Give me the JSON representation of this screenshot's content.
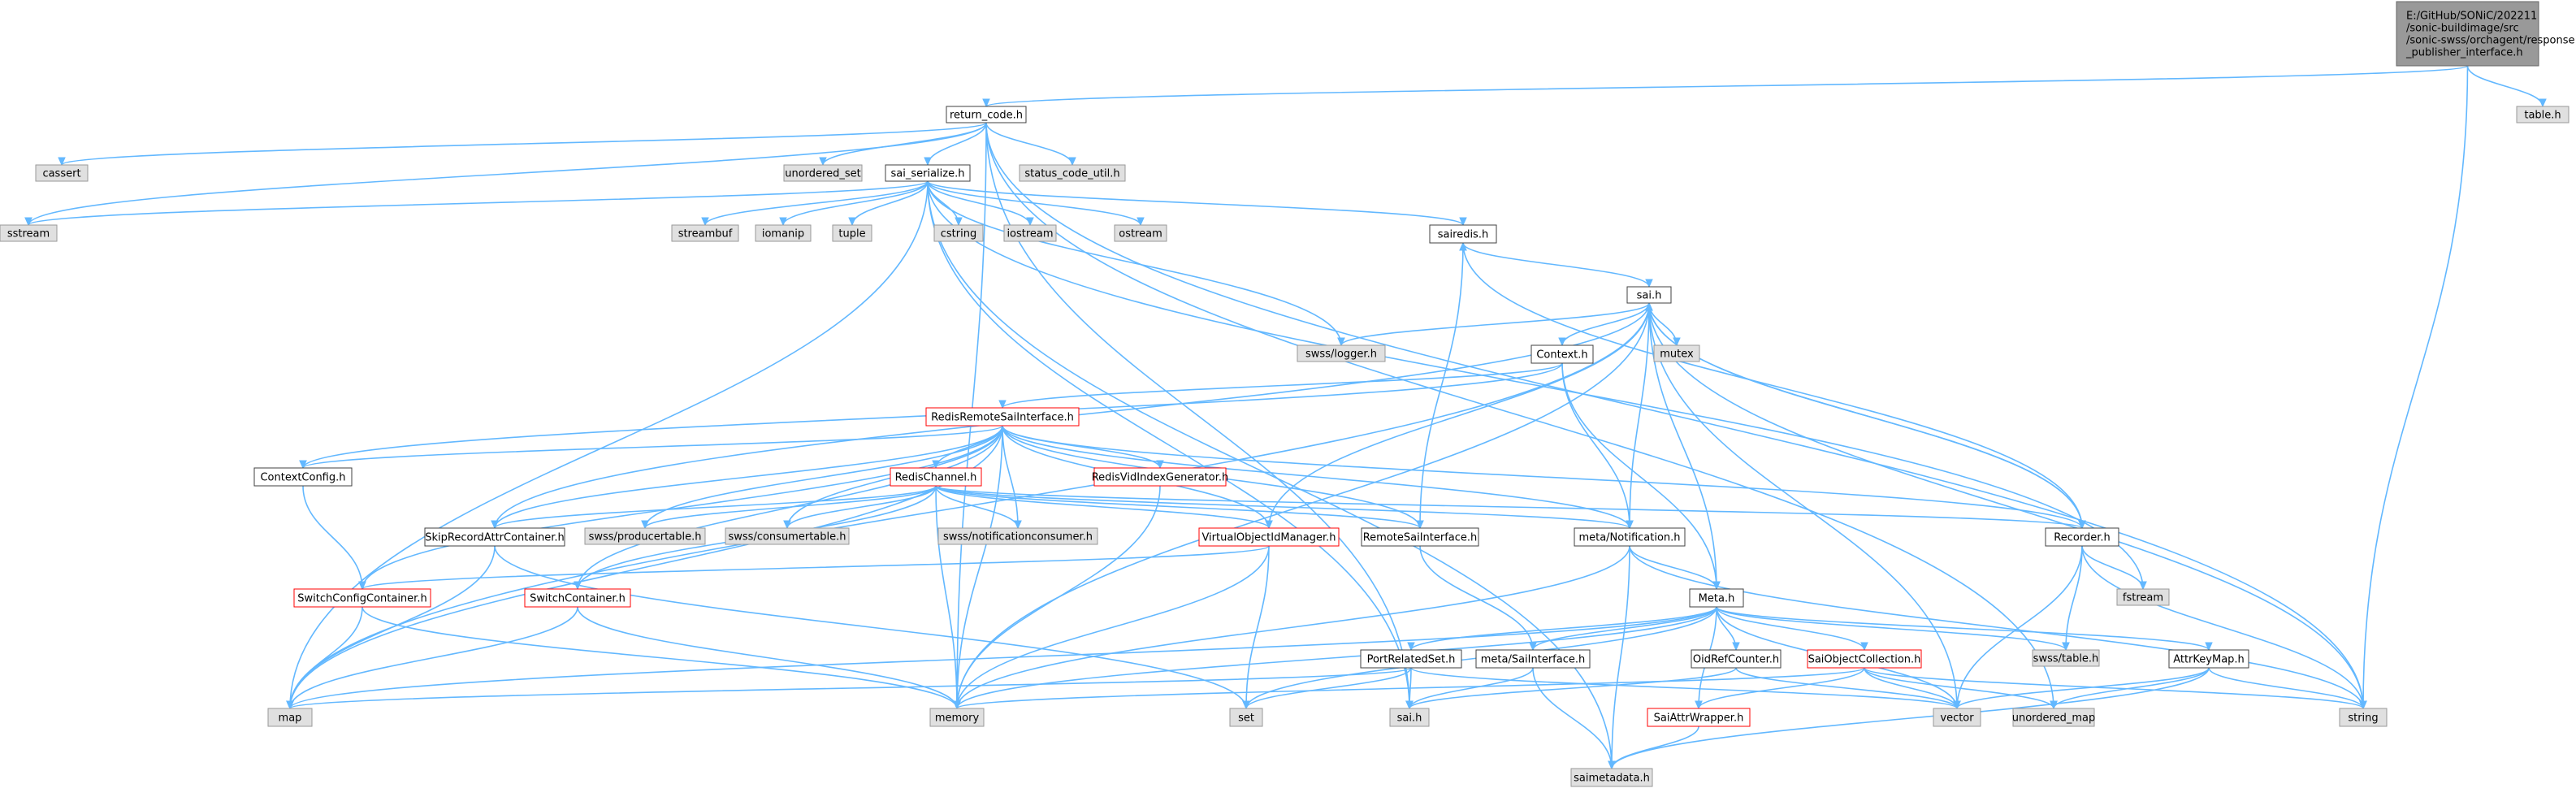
{
  "colors": {
    "edge": "#63b8ff",
    "node_fill": "#ffffff",
    "node_border": "#404040",
    "system_fill": "#e0e0e0",
    "system_border": "#999999",
    "missing_border": "#ff0000",
    "root_fill": "#999999",
    "root_border": "#666666"
  },
  "nodes": [
    {
      "id": "root",
      "kind": "root",
      "lines": [
        "E:/GitHub/SONiC/202211",
        "/sonic-buildimage/src",
        "/sonic-swss/orchagent/response",
        "_publisher_interface.h"
      ]
    },
    {
      "id": "return_code",
      "kind": "normal",
      "lines": [
        "return_code.h"
      ]
    },
    {
      "id": "table",
      "kind": "system",
      "lines": [
        "table.h"
      ]
    },
    {
      "id": "cassert",
      "kind": "system",
      "lines": [
        "cassert"
      ]
    },
    {
      "id": "sstream",
      "kind": "system",
      "lines": [
        "sstream"
      ]
    },
    {
      "id": "unordered_set",
      "kind": "system",
      "lines": [
        "unordered_set"
      ]
    },
    {
      "id": "sai_serialize",
      "kind": "normal",
      "lines": [
        "sai_serialize.h"
      ]
    },
    {
      "id": "status_code_util",
      "kind": "system",
      "lines": [
        "status_code_util.h"
      ]
    },
    {
      "id": "streambuf",
      "kind": "system",
      "lines": [
        "streambuf"
      ]
    },
    {
      "id": "iomanip",
      "kind": "system",
      "lines": [
        "iomanip"
      ]
    },
    {
      "id": "tuple",
      "kind": "system",
      "lines": [
        "tuple"
      ]
    },
    {
      "id": "cstring",
      "kind": "system",
      "lines": [
        "cstring"
      ]
    },
    {
      "id": "iostream",
      "kind": "system",
      "lines": [
        "iostream"
      ]
    },
    {
      "id": "ostream",
      "kind": "system",
      "lines": [
        "ostream"
      ]
    },
    {
      "id": "sairedis",
      "kind": "normal",
      "lines": [
        "sairedis.h"
      ]
    },
    {
      "id": "sai",
      "kind": "normal",
      "lines": [
        "sai.h"
      ]
    },
    {
      "id": "swss_logger",
      "kind": "system",
      "lines": [
        "swss/logger.h"
      ]
    },
    {
      "id": "mutex",
      "kind": "system",
      "lines": [
        "mutex"
      ]
    },
    {
      "id": "context",
      "kind": "normal",
      "lines": [
        "Context.h"
      ]
    },
    {
      "id": "redis_remote",
      "kind": "missing",
      "lines": [
        "RedisRemoteSaiInterface.h"
      ]
    },
    {
      "id": "context_config",
      "kind": "normal",
      "lines": [
        "ContextConfig.h"
      ]
    },
    {
      "id": "redis_channel",
      "kind": "missing",
      "lines": [
        "RedisChannel.h"
      ]
    },
    {
      "id": "redis_vid",
      "kind": "missing",
      "lines": [
        "RedisVidIndexGenerator.h"
      ]
    },
    {
      "id": "skip_record",
      "kind": "normal",
      "lines": [
        "SkipRecordAttrContainer.h"
      ]
    },
    {
      "id": "swss_producer",
      "kind": "system",
      "lines": [
        "swss/producertable.h"
      ]
    },
    {
      "id": "swss_consumer",
      "kind": "system",
      "lines": [
        "swss/consumertable.h"
      ]
    },
    {
      "id": "swss_notif",
      "kind": "system",
      "lines": [
        "swss/notificationconsumer.h"
      ]
    },
    {
      "id": "virtual_oid",
      "kind": "missing",
      "lines": [
        "VirtualObjectIdManager.h"
      ]
    },
    {
      "id": "remote_sai",
      "kind": "normal",
      "lines": [
        "RemoteSaiInterface.h"
      ]
    },
    {
      "id": "meta_notif",
      "kind": "normal",
      "lines": [
        "meta/Notification.h"
      ]
    },
    {
      "id": "recorder",
      "kind": "normal",
      "lines": [
        "Recorder.h"
      ]
    },
    {
      "id": "switch_config",
      "kind": "missing",
      "lines": [
        "SwitchConfigContainer.h"
      ]
    },
    {
      "id": "switch_container",
      "kind": "missing",
      "lines": [
        "SwitchContainer.h"
      ]
    },
    {
      "id": "fstream",
      "kind": "system",
      "lines": [
        "fstream"
      ]
    },
    {
      "id": "meta",
      "kind": "normal",
      "lines": [
        "Meta.h"
      ]
    },
    {
      "id": "port_related",
      "kind": "normal",
      "lines": [
        "PortRelatedSet.h"
      ]
    },
    {
      "id": "meta_sai",
      "kind": "normal",
      "lines": [
        "meta/SaiInterface.h"
      ]
    },
    {
      "id": "oid_ref",
      "kind": "normal",
      "lines": [
        "OidRefCounter.h"
      ]
    },
    {
      "id": "sai_obj_coll",
      "kind": "missing",
      "lines": [
        "SaiObjectCollection.h"
      ]
    },
    {
      "id": "swss_table",
      "kind": "system",
      "lines": [
        "swss/table.h"
      ]
    },
    {
      "id": "attr_key_map",
      "kind": "normal",
      "lines": [
        "AttrKeyMap.h"
      ]
    },
    {
      "id": "map",
      "kind": "system",
      "lines": [
        "map"
      ]
    },
    {
      "id": "memory",
      "kind": "system",
      "lines": [
        "memory"
      ]
    },
    {
      "id": "set",
      "kind": "system",
      "lines": [
        "set"
      ]
    },
    {
      "id": "saih",
      "kind": "system",
      "lines": [
        "sai.h"
      ]
    },
    {
      "id": "vector",
      "kind": "system",
      "lines": [
        "vector"
      ]
    },
    {
      "id": "unordered_map",
      "kind": "system",
      "lines": [
        "unordered_map"
      ]
    },
    {
      "id": "string",
      "kind": "system",
      "lines": [
        "string"
      ]
    },
    {
      "id": "sai_attr_wrapper",
      "kind": "missing",
      "lines": [
        "SaiAttrWrapper.h"
      ]
    },
    {
      "id": "saimetadata",
      "kind": "system",
      "lines": [
        "saimetadata.h"
      ]
    }
  ],
  "edges": [
    [
      "root",
      "return_code"
    ],
    [
      "root",
      "table"
    ],
    [
      "root",
      "string"
    ],
    [
      "return_code",
      "cassert"
    ],
    [
      "return_code",
      "sstream"
    ],
    [
      "return_code",
      "unordered_set"
    ],
    [
      "return_code",
      "sai_serialize"
    ],
    [
      "return_code",
      "status_code_util"
    ],
    [
      "return_code",
      "memory"
    ],
    [
      "return_code",
      "saih"
    ],
    [
      "return_code",
      "string"
    ],
    [
      "return_code",
      "unordered_map"
    ],
    [
      "sai_serialize",
      "sstream"
    ],
    [
      "sai_serialize",
      "streambuf"
    ],
    [
      "sai_serialize",
      "iomanip"
    ],
    [
      "sai_serialize",
      "tuple"
    ],
    [
      "sai_serialize",
      "cstring"
    ],
    [
      "sai_serialize",
      "iostream"
    ],
    [
      "sai_serialize",
      "ostream"
    ],
    [
      "sai_serialize",
      "sairedis"
    ],
    [
      "sai_serialize",
      "swss_logger"
    ],
    [
      "sai_serialize",
      "map"
    ],
    [
      "sai_serialize",
      "saimetadata"
    ],
    [
      "sai_serialize",
      "fstream"
    ],
    [
      "sai_serialize",
      "saih"
    ],
    [
      "sairedis",
      "sai"
    ],
    [
      "sai",
      "swss_logger"
    ],
    [
      "sai",
      "mutex"
    ],
    [
      "sai",
      "context"
    ],
    [
      "sai",
      "meta_notif"
    ],
    [
      "sai",
      "meta"
    ],
    [
      "sai",
      "recorder"
    ],
    [
      "sai",
      "vector"
    ],
    [
      "sai",
      "string"
    ],
    [
      "sai",
      "map"
    ],
    [
      "sai",
      "memory"
    ],
    [
      "context",
      "redis_remote"
    ],
    [
      "context",
      "meta"
    ],
    [
      "context",
      "meta_notif"
    ],
    [
      "context",
      "context_config"
    ],
    [
      "redis_remote",
      "context_config"
    ],
    [
      "redis_remote",
      "redis_channel"
    ],
    [
      "redis_remote",
      "redis_vid"
    ],
    [
      "redis_remote",
      "skip_record"
    ],
    [
      "redis_remote",
      "swss_producer"
    ],
    [
      "redis_remote",
      "swss_consumer"
    ],
    [
      "redis_remote",
      "swss_notif"
    ],
    [
      "redis_remote",
      "virtual_oid"
    ],
    [
      "redis_remote",
      "remote_sai"
    ],
    [
      "redis_remote",
      "meta_notif"
    ],
    [
      "redis_remote",
      "recorder"
    ],
    [
      "redis_remote",
      "switch_config"
    ],
    [
      "redis_remote",
      "switch_container"
    ],
    [
      "redis_remote",
      "map"
    ],
    [
      "redis_remote",
      "memory"
    ],
    [
      "context_config",
      "switch_config"
    ],
    [
      "redis_channel",
      "skip_record"
    ],
    [
      "redis_channel",
      "swss_producer"
    ],
    [
      "redis_channel",
      "swss_consumer"
    ],
    [
      "redis_channel",
      "swss_notif"
    ],
    [
      "redis_channel",
      "meta_notif"
    ],
    [
      "redis_channel",
      "virtual_oid"
    ],
    [
      "redis_channel",
      "remote_sai"
    ],
    [
      "redis_channel",
      "memory"
    ],
    [
      "redis_channel",
      "recorder"
    ],
    [
      "redis_channel",
      "switch_container"
    ],
    [
      "redis_vid",
      "memory"
    ],
    [
      "skip_record",
      "sai"
    ],
    [
      "skip_record",
      "map"
    ],
    [
      "skip_record",
      "set"
    ],
    [
      "virtual_oid",
      "sai"
    ],
    [
      "virtual_oid",
      "switch_config"
    ],
    [
      "virtual_oid",
      "memory"
    ],
    [
      "virtual_oid",
      "set"
    ],
    [
      "remote_sai",
      "meta_sai"
    ],
    [
      "remote_sai",
      "sairedis"
    ],
    [
      "meta_notif",
      "meta"
    ],
    [
      "meta_notif",
      "memory"
    ],
    [
      "meta_notif",
      "string"
    ],
    [
      "meta_notif",
      "saimetadata"
    ],
    [
      "recorder",
      "sai"
    ],
    [
      "recorder",
      "sairedis"
    ],
    [
      "recorder",
      "fstream"
    ],
    [
      "recorder",
      "swss_table"
    ],
    [
      "recorder",
      "string"
    ],
    [
      "recorder",
      "vector"
    ],
    [
      "switch_config",
      "map"
    ],
    [
      "switch_config",
      "memory"
    ],
    [
      "switch_container",
      "map"
    ],
    [
      "switch_container",
      "memory"
    ],
    [
      "meta",
      "port_related"
    ],
    [
      "meta",
      "meta_sai"
    ],
    [
      "meta",
      "oid_ref"
    ],
    [
      "meta",
      "sai_obj_coll"
    ],
    [
      "meta",
      "swss_table"
    ],
    [
      "meta",
      "attr_key_map"
    ],
    [
      "meta",
      "sai_attr_wrapper"
    ],
    [
      "meta",
      "set"
    ],
    [
      "meta",
      "memory"
    ],
    [
      "meta",
      "vector"
    ],
    [
      "meta",
      "map"
    ],
    [
      "port_related",
      "saih"
    ],
    [
      "port_related",
      "set"
    ],
    [
      "port_related",
      "map"
    ],
    [
      "port_related",
      "vector"
    ],
    [
      "meta_sai",
      "saih"
    ],
    [
      "meta_sai",
      "saimetadata"
    ],
    [
      "oid_ref",
      "vector"
    ],
    [
      "oid_ref",
      "saih"
    ],
    [
      "sai_obj_coll",
      "sai_attr_wrapper"
    ],
    [
      "sai_obj_coll",
      "vector"
    ],
    [
      "sai_obj_coll",
      "unordered_map"
    ],
    [
      "sai_obj_coll",
      "memory"
    ],
    [
      "sai_obj_coll",
      "string"
    ],
    [
      "attr_key_map",
      "vector"
    ],
    [
      "attr_key_map",
      "unordered_map"
    ],
    [
      "attr_key_map",
      "string"
    ],
    [
      "attr_key_map",
      "saimetadata"
    ],
    [
      "sai_attr_wrapper",
      "saimetadata"
    ]
  ]
}
